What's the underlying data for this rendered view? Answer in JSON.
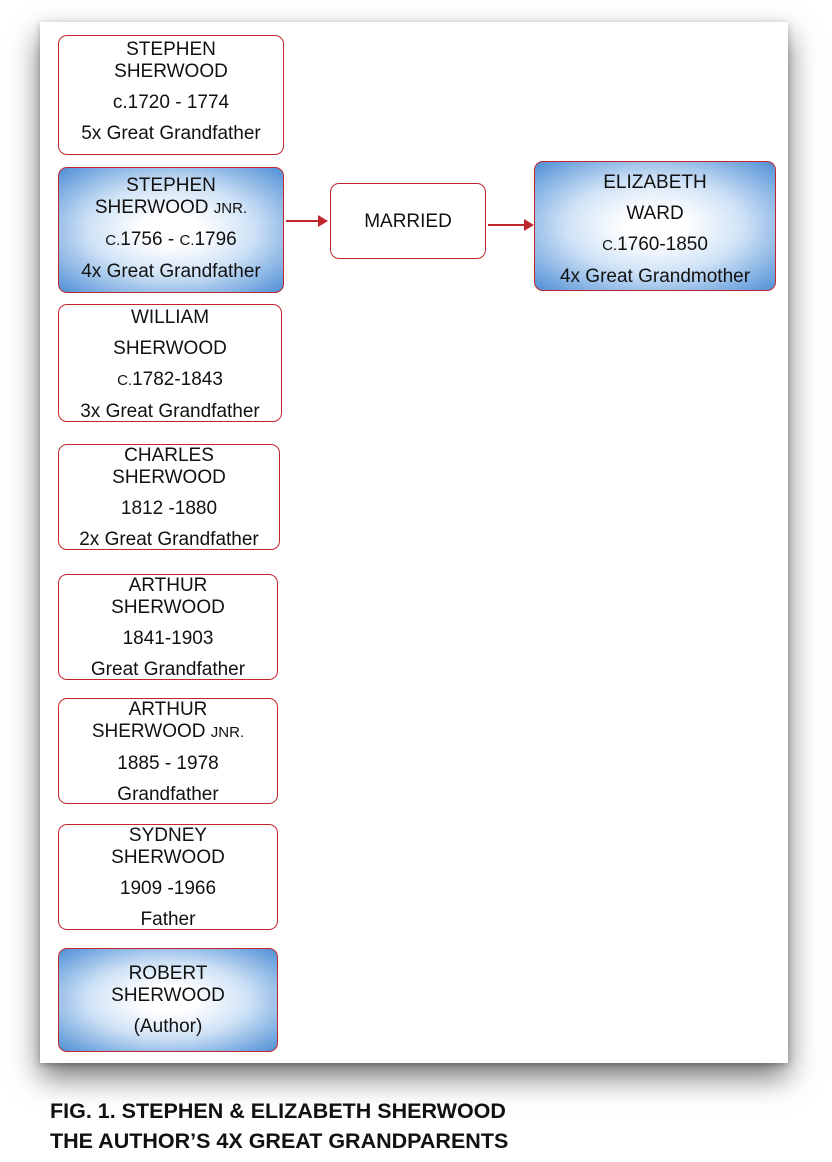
{
  "people": [
    {
      "lines": [
        "STEPHEN",
        "SHERWOOD",
        "c.1720 - 1774",
        "5x Great Grandfather"
      ],
      "highlight": false
    },
    {
      "lines": [
        "STEPHEN",
        "SHERWOOD JNR.",
        "C.1756 - C.1796",
        "4x Great Grandfather"
      ],
      "highlight": true
    },
    {
      "lines": [
        "WILLIAM",
        "SHERWOOD",
        "C.1782-1843",
        "3x Great Grandfather"
      ],
      "highlight": false
    },
    {
      "lines": [
        "CHARLES",
        "SHERWOOD",
        "1812 -1880",
        "2x Great Grandfather"
      ],
      "highlight": false
    },
    {
      "lines": [
        "ARTHUR",
        "SHERWOOD",
        "1841-1903",
        "Great Grandfather"
      ],
      "highlight": false
    },
    {
      "lines": [
        "ARTHUR",
        "SHERWOOD JNR.",
        "1885 - 1978",
        "Grandfather"
      ],
      "highlight": false
    },
    {
      "lines": [
        "SYDNEY",
        "SHERWOOD",
        "1909 -1966",
        "Father"
      ],
      "highlight": false
    },
    {
      "lines": [
        "ROBERT",
        "SHERWOOD",
        "(Author)"
      ],
      "highlight": true
    }
  ],
  "married_label": "MARRIED",
  "spouse": {
    "lines": [
      "ELIZABETH",
      "WARD",
      "C.1760-1850",
      "4x Great Grandmother"
    ],
    "highlight": true
  },
  "caption": [
    "FIG. 1. STEPHEN & ELIZABETH SHERWOOD",
    "THE AUTHOR’S 4X GREAT GRANDPARENTS"
  ],
  "colors": {
    "border": "#c0272d",
    "highlight": "#4f8fd6"
  }
}
